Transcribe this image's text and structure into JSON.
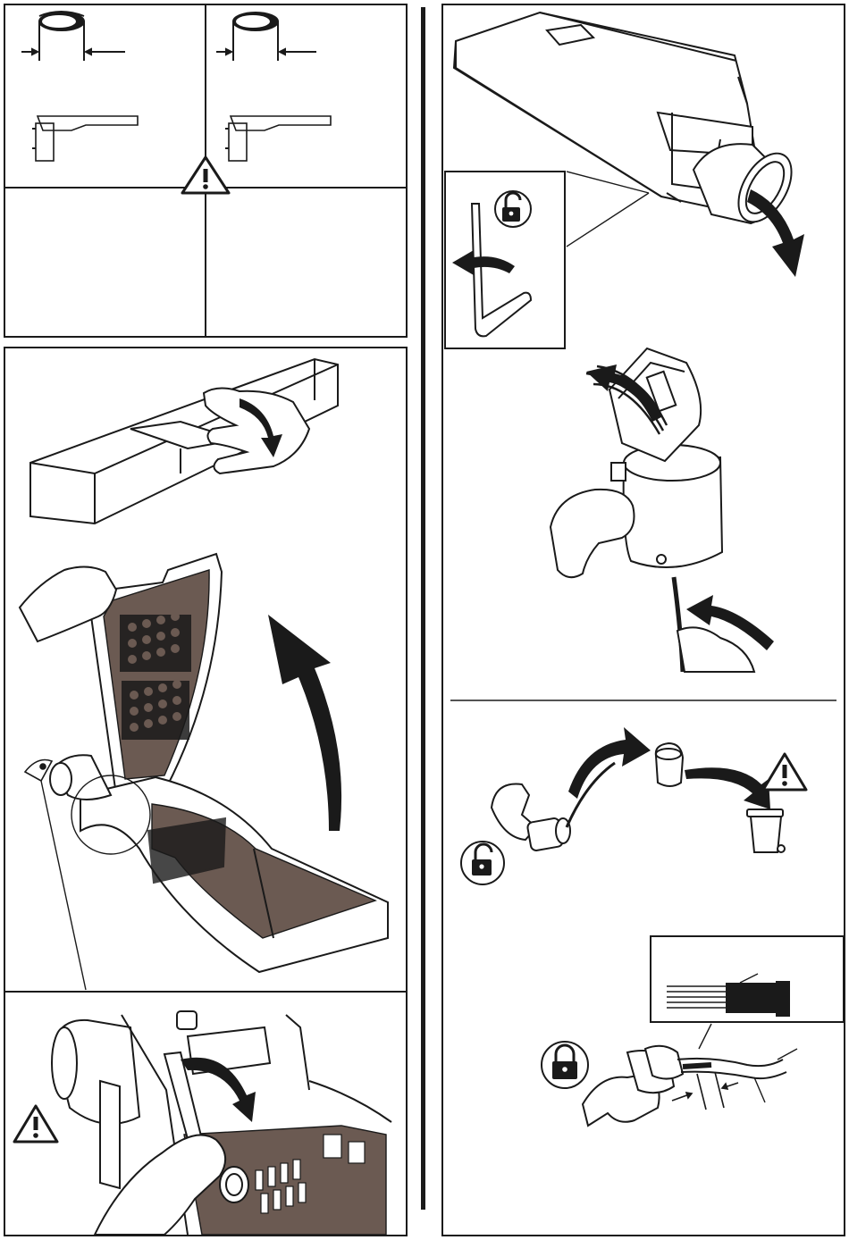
{
  "colors": {
    "ink": "#1a1a1a",
    "shade": "#6b5a52",
    "paper": "#ffffff"
  },
  "icons": {
    "warning": "warning-triangle-icon",
    "unlock": "unlocked-padlock-icon",
    "lock": "locked-padlock-icon",
    "bin": "waste-bin-icon",
    "eye": "eye-icon",
    "hex_key": "hex-key-icon"
  },
  "steps": [
    {
      "id": "pole-diameter-options",
      "cells": 4
    },
    {
      "id": "open-luminaire-cover"
    },
    {
      "id": "access-terminal-block"
    },
    {
      "id": "remove-spigot-adapter"
    },
    {
      "id": "feed-cable-through-adapter"
    },
    {
      "id": "remove-gland-plug"
    },
    {
      "id": "tighten-cable-gland"
    }
  ]
}
